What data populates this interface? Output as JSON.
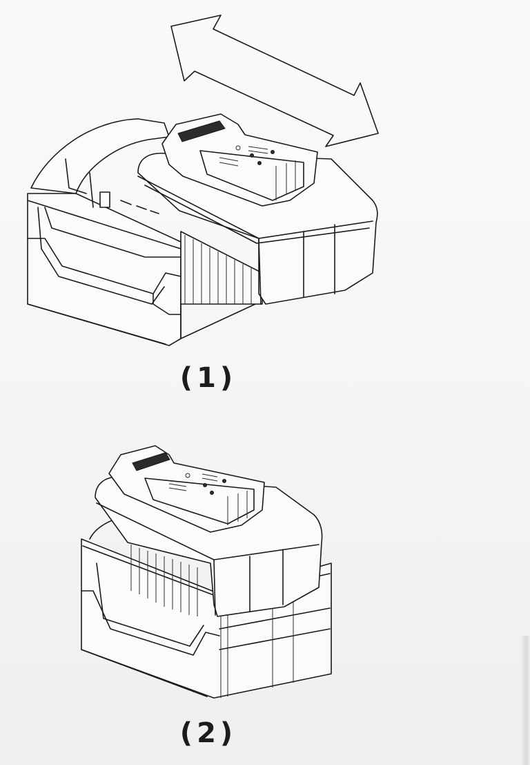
{
  "figures": [
    {
      "id": "1",
      "caption": "(1)",
      "description": "Battery pack sliding onto the adapter base",
      "elements": [
        "double-headed-arrow",
        "battery-pack",
        "adapter-base"
      ]
    },
    {
      "id": "2",
      "caption": "(2)",
      "description": "Battery pack fully seated on the adapter base",
      "elements": [
        "battery-pack",
        "adapter-base"
      ]
    }
  ],
  "colors": {
    "line": "#1a1a1a",
    "paper": "#f7f7f5",
    "caption_text": "#1c1c1c"
  }
}
